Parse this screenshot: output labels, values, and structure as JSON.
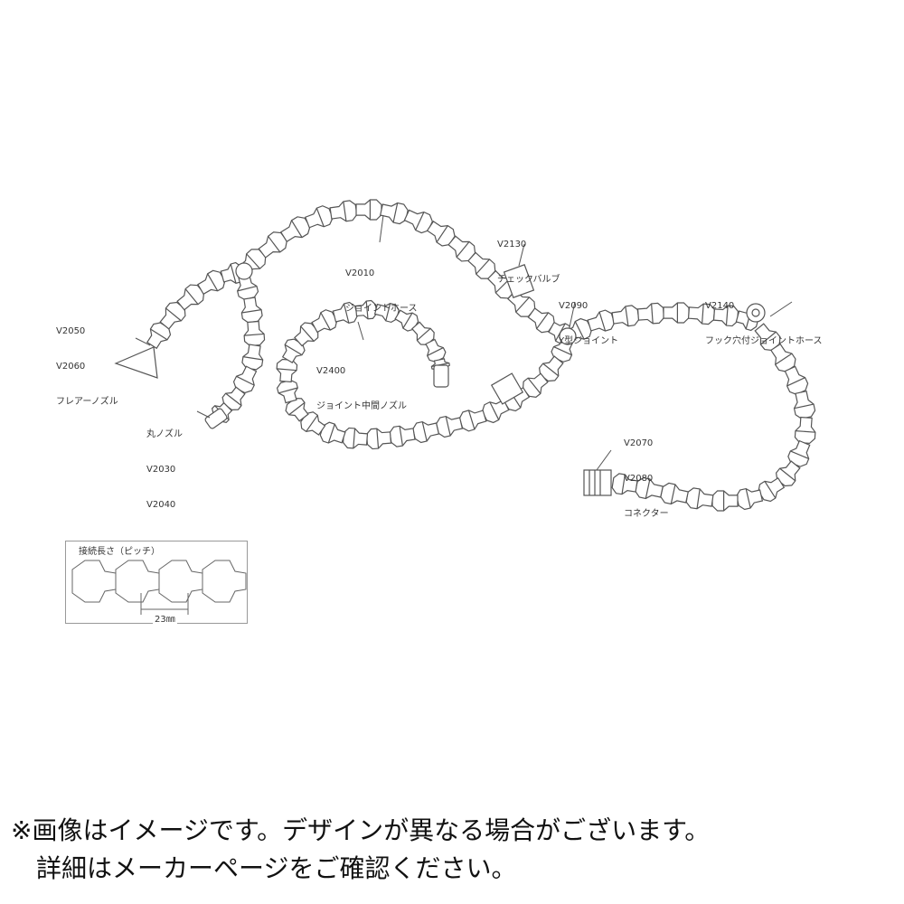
{
  "labels": {
    "flare_nozzle": [
      "V2050",
      "V2060",
      "フレアーノズル"
    ],
    "joint_hose": [
      "V2010",
      "ジョイントホース"
    ],
    "check_valve": [
      "V2130",
      "チェックバルブ"
    ],
    "y_joint": [
      "V2090",
      "Y型ジョイント"
    ],
    "hook_hose": [
      "V2140",
      "フック穴付ジョイントホース"
    ],
    "middle_nozzle": [
      "V2400",
      "ジョイント中間ノズル"
    ],
    "round_nozzle": [
      "丸ノズル",
      "V2030",
      "V2040"
    ],
    "connector": [
      "V2070",
      "V2080",
      "コネクター"
    ]
  },
  "pitch": {
    "title": "接続長さ（ピッチ）",
    "dimension": "23㎜"
  },
  "notice": {
    "line1": "※画像はイメージです。デザインが異なる場合がございます。",
    "line2": "詳細はメーカーページをご確認ください。"
  }
}
